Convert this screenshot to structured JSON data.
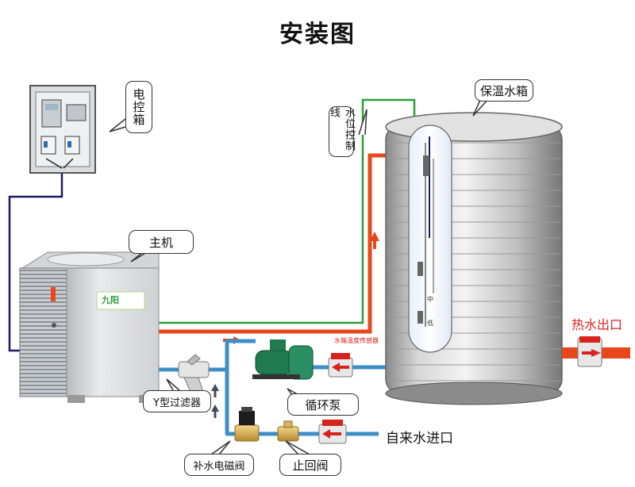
{
  "title": "安装图",
  "labels": {
    "control_box": "电控箱",
    "host_unit": "主机",
    "water_tank": "保温水箱",
    "level_wire": "水位控制线",
    "hot_water_outlet": "热水出口",
    "sensor_wire": "水箱温度传感器",
    "y_filter": "Y型过滤器",
    "pump": "循环泵",
    "makeup_valve": "补水电磁阀",
    "check_valve": "止回阀",
    "tap_inlet": "自来水进口",
    "unit_brand": "九阳",
    "level_mid": "中",
    "level_low": "低"
  },
  "colors": {
    "water_pipe": "#3e8fc7",
    "hot_pipe": "#e8471c",
    "signal_wire_green": "#2e9d3a",
    "control_wire": "#1c1a66",
    "hot_text": "#d8231d"
  }
}
